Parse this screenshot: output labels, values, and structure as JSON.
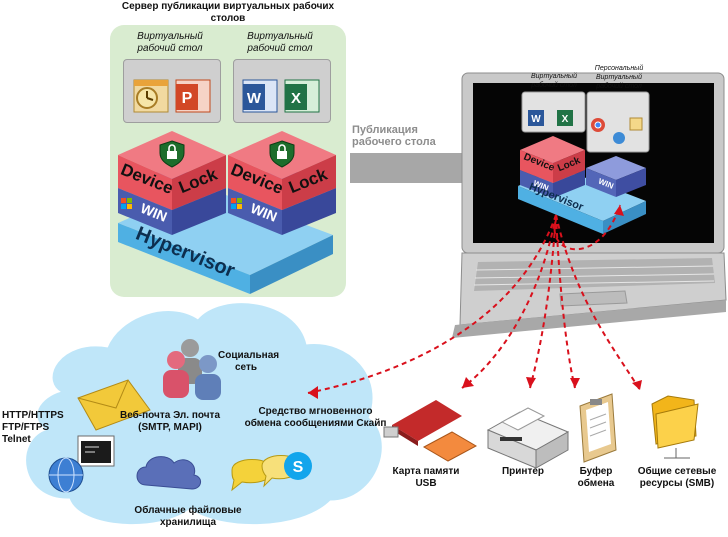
{
  "server": {
    "title": "Сервер публикации виртуальных рабочих столов",
    "vdesk1_label": "Виртуальный рабочий стол",
    "vdesk2_label": "Виртуальный рабочий стол"
  },
  "stack": {
    "devicelock": "DeviceLock",
    "device": "Device",
    "lock": "Lock",
    "win": "WIN",
    "hypervisor": "Hypervisor"
  },
  "publish": {
    "label": "Публикация рабочего стола"
  },
  "laptop": {
    "vdesk_label": "Виртуальный рабочий стол",
    "personal_label": "Персональный Виртуальный рабочий стол"
  },
  "cloud": {
    "social": "Социальная сеть",
    "webmail": "Веб-почта Эл. почта (SMTP, MAPI)",
    "protocols": "HTTP/HTTPS FTP/FTPS Telnet",
    "im": "Средство мгновенного обмена сообщениями Скайп",
    "cloud_storage": "Облачные файловые хранилища"
  },
  "devices": {
    "usb": "Карта памяти USB",
    "printer": "Принтер",
    "clipboard": "Буфер обмена",
    "shares": "Общие сетевые ресурсы (SMB)"
  },
  "colors": {
    "server_bg": "#d9ecd0",
    "red_layer": "#e8555f",
    "blue_layer": "#4a5cae",
    "hypervisor": "#4fb0e3",
    "cloud": "#bfe6f9",
    "arrow_red": "#d9101c"
  }
}
